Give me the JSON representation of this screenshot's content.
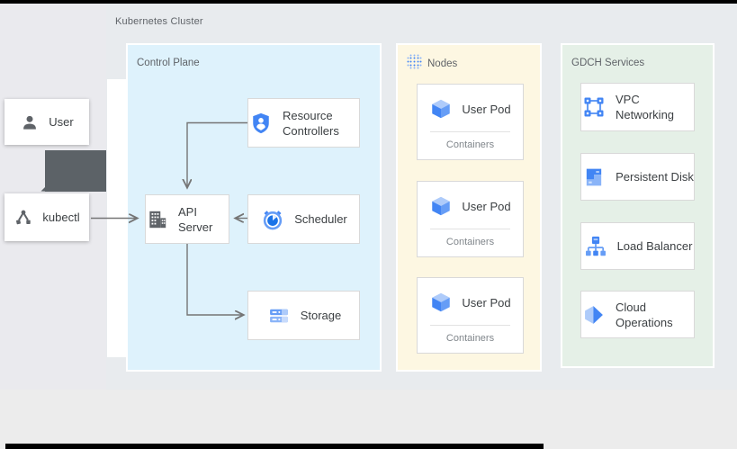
{
  "cluster": {
    "label": "Kubernetes Cluster"
  },
  "actors": {
    "user": {
      "label": "User",
      "icon": "user-person-icon"
    },
    "kubectl": {
      "label": "kubectl",
      "icon": "kubectl-branch-icon"
    }
  },
  "control_plane": {
    "title": "Control Plane",
    "bg": "#def2fc",
    "cards": [
      {
        "label": "Resource Controllers",
        "icon": "resource-controllers-shield-icon"
      },
      {
        "label": "API Server",
        "icon": "api-server-building-icon"
      },
      {
        "label": "Scheduler",
        "icon": "scheduler-clock-icon"
      },
      {
        "label": "Storage",
        "icon": "storage-disks-icon"
      }
    ]
  },
  "nodes": {
    "title": "Nodes",
    "bg": "#fdf7e2",
    "icon": "nodes-dot-grid-icon",
    "pods": [
      {
        "label": "User Pod",
        "sublabel": "Containers",
        "icon": "pod-cube-icon"
      },
      {
        "label": "User Pod",
        "sublabel": "Containers",
        "icon": "pod-cube-icon"
      },
      {
        "label": "User Pod",
        "sublabel": "Containers",
        "icon": "pod-cube-icon"
      }
    ]
  },
  "gdch": {
    "title": "GDCH Services",
    "bg": "#e5f0e7",
    "cards": [
      {
        "label": "VPC Networking",
        "icon": "vpc-networking-icon"
      },
      {
        "label": "Persistent Disk",
        "icon": "persistent-disk-icon"
      },
      {
        "label": "Load Balancer",
        "icon": "load-balancer-icon"
      },
      {
        "label": "Cloud Operations",
        "icon": "cloud-operations-icon"
      }
    ]
  },
  "colors": {
    "google_blue": "#4285f4",
    "blue_medium": "#669df6",
    "blue_pale": "#aecbfa",
    "dark_arrow": "#5c6267",
    "arrow_gray": "#757575"
  }
}
